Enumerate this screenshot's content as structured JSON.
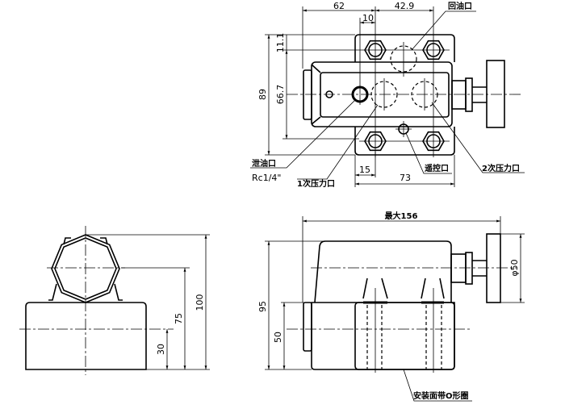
{
  "top_view": {
    "dims": {
      "d62": "62",
      "d42_9": "42.9",
      "d10": "10",
      "d11_1": "11.1",
      "d89": "89",
      "d66_7": "66.7",
      "d15": "15",
      "d73": "73"
    },
    "labels": {
      "return_port": "回油口",
      "drain_port": "泄油口",
      "drain_thread": "Rc1/4\"",
      "primary_port": "1次压力口",
      "remote_port": "遥控口",
      "secondary_port": "2次压力口"
    }
  },
  "side_view": {
    "dims": {
      "max_length": "最大156",
      "knob_dia": "φ50",
      "d95": "95",
      "d50": "50"
    },
    "labels": {
      "mounting_face": "安装面带O形圈"
    }
  },
  "end_view": {
    "dims": {
      "d100": "100",
      "d75": "75",
      "d30": "30"
    }
  }
}
